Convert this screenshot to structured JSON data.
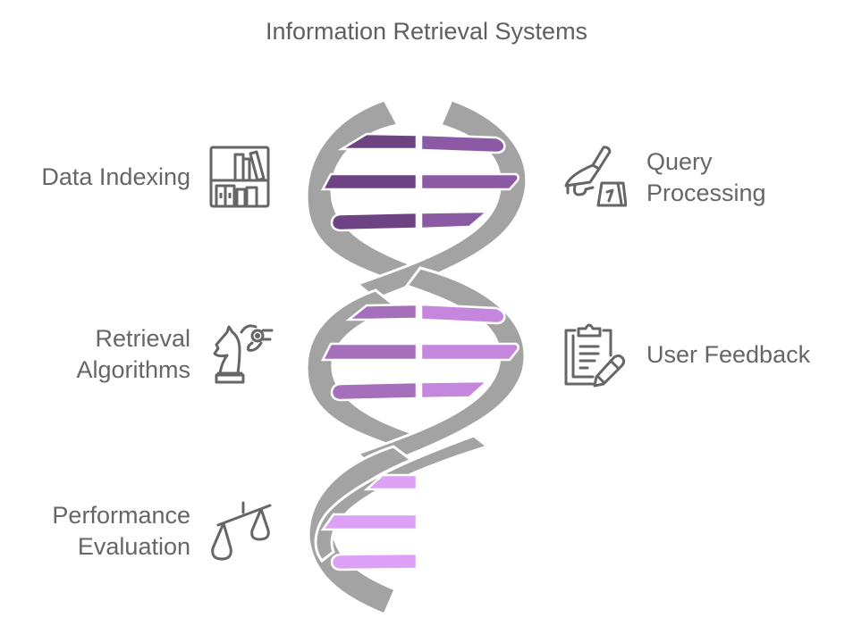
{
  "title": "Information Retrieval Systems",
  "colors": {
    "strand": "#a3a3a3",
    "rung_dark_1": "#6e4383",
    "rung_light_1": "#8c5aa4",
    "rung_dark_2": "#a66fbb",
    "rung_light_2": "#c587de",
    "rung_3": "#dca1f6",
    "icon_stroke": "#666666",
    "text": "#666666"
  },
  "items": [
    {
      "id": "data-indexing",
      "side": "left",
      "lines": [
        "Data Indexing"
      ],
      "icon": "bookshelf-icon"
    },
    {
      "id": "query-processing",
      "side": "right",
      "lines": [
        "Query",
        "Processing"
      ],
      "icon": "knife-icon"
    },
    {
      "id": "retrieval-algorithms",
      "side": "left",
      "lines": [
        "Retrieval",
        "Algorithms"
      ],
      "icon": "chess-knight-icon"
    },
    {
      "id": "user-feedback",
      "side": "right",
      "lines": [
        "User Feedback"
      ],
      "icon": "clipboard-pencil-icon"
    },
    {
      "id": "performance-evaluation",
      "side": "left",
      "lines": [
        "Performance",
        "Evaluation"
      ],
      "icon": "balance-scale-icon"
    }
  ]
}
